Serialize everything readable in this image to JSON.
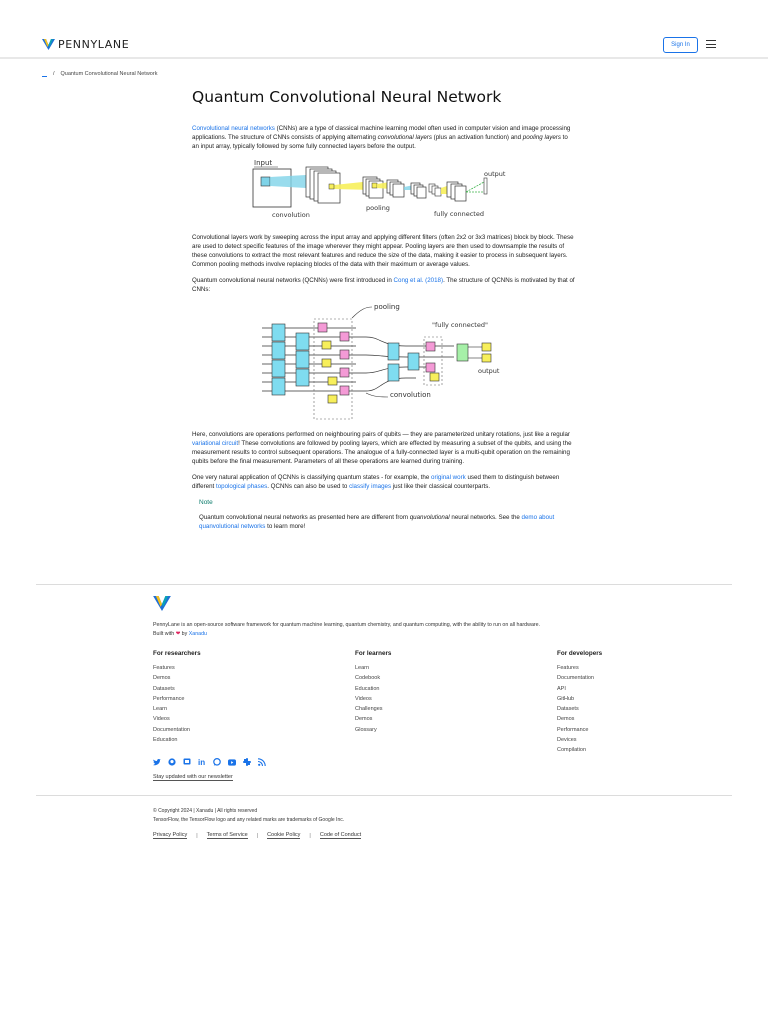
{
  "header": {
    "logo_text": "PENNYLANE",
    "signin_label": "Sign In"
  },
  "breadcrumb": {
    "home_label": "_",
    "separator": "/",
    "current": "Quantum Convolutional Neural Network"
  },
  "article": {
    "title": "Quantum Convolutional Neural Network",
    "p1": {
      "link": "Convolutional neural networks",
      "t1": " (CNNs) are a type of classical machine learning model often used in computer vision and image processing applications. The structure of CNNs consists of applying alternating ",
      "em1": "convolutional layers",
      "t2": " (plus an activation function) and ",
      "em2": "pooling layers",
      "t3": " to an input array, typically followed by some fully connected layers before the output."
    },
    "fig1_labels": {
      "input": "Input",
      "convolution": "convolution",
      "pooling": "pooling",
      "fully_connected": "fully connected",
      "output": "output"
    },
    "p2": "Convolutional layers work by sweeping across the input array and applying different filters (often 2x2 or 3x3 matrices) block by block. These are used to detect specific features of the image wherever they might appear. Pooling layers are then used to downsample the results of these convolutions to extract the most relevant features and reduce the size of the data, making it easier to process in subsequent layers. Common pooling methods involve replacing blocks of the data with their maximum or average values.",
    "p3": {
      "t1": "Quantum convolutional neural networks (QCNNs) were first introduced in ",
      "link": "Cong et al. (2018)",
      "t2": ". The structure of QCNNs is motivated by that of CNNs:"
    },
    "fig2_labels": {
      "pooling": "pooling",
      "fully_connected": "\"fully connected\"",
      "output": "output",
      "convolution": "convolution"
    },
    "p4": {
      "t1": "Here, convolutions are operations performed on neighbouring pairs of qubits — they are parameterized unitary rotations, just like a regular ",
      "link": "variational circuit",
      "t2": "! These convolutions are followed by pooling layers, which are effected by measuring a subset of the qubits, and using the measurement results to control subsequent operations. The analogue of a fully-connected layer is a multi-qubit operation on the remaining qubits before the final measurement. Parameters of all these operations are learned during training."
    },
    "p5": {
      "t1": "One very natural application of QCNNs is classifying quantum states - for example, the ",
      "link1": "original work",
      "t2": " used them to distinguish between different ",
      "link2": "topological phases",
      "t3": ". QCNNs can also be used to ",
      "link3": "classify images",
      "t4": " just like their classical counterparts."
    },
    "note": {
      "title": "Note",
      "t1": "Quantum convolutional neural networks as presented here are different from ",
      "em": "quanvolutional",
      "t2": " neural networks. See the ",
      "link": "demo about quanvolutional networks",
      "t3": " to learn more!"
    }
  },
  "footer": {
    "description": "PennyLane is an open-source software framework for quantum machine learning, quantum chemistry, and quantum computing, with the ability to run on all hardware.",
    "built_with": "Built with",
    "by": "by",
    "xanadu": "Xanadu",
    "columns": [
      {
        "title": "For researchers",
        "links": [
          "Features",
          "Demos",
          "Datasets",
          "Performance",
          "Learn",
          "Videos",
          "Documentation",
          "Education"
        ]
      },
      {
        "title": "For learners",
        "links": [
          "Learn",
          "Codebook",
          "Education",
          "Videos",
          "Challenges",
          "Demos",
          "Glossary"
        ]
      },
      {
        "title": "For developers",
        "links": [
          "Features",
          "Documentation",
          "API",
          "GitHub",
          "Datasets",
          "Demos",
          "Performance",
          "Devices",
          "Compilation"
        ]
      }
    ],
    "newsletter": "Stay updated with our newsletter",
    "copyright": "© Copyright 2024 | Xanadu | All rights reserved",
    "trademark": "TensorFlow, the TensorFlow logo and any related marks are trademarks of Google Inc.",
    "legal": [
      "Privacy Policy",
      "Terms of Service",
      "Cookie Policy",
      "Code of Conduct"
    ],
    "social_icons": [
      "twitter-icon",
      "github-icon",
      "discourse-icon",
      "linkedin-icon",
      "forum-icon",
      "youtube-icon",
      "slack-icon",
      "rss-icon"
    ]
  }
}
